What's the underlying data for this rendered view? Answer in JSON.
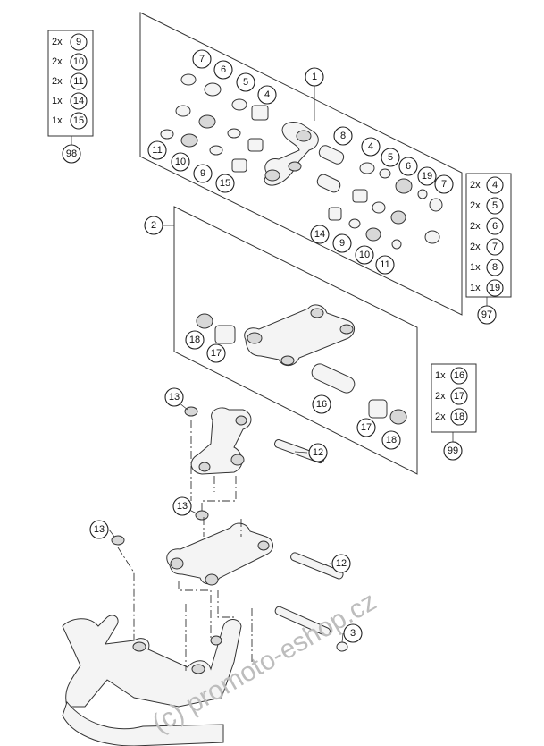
{
  "callouts": {
    "c1": "1",
    "c2": "2",
    "c3": "3",
    "c4a": "4",
    "c4b": "4",
    "c5a": "5",
    "c5b": "5",
    "c6a": "6",
    "c6b": "6",
    "c7a": "7",
    "c7b": "7",
    "c8": "8",
    "c9a": "9",
    "c9b": "9",
    "c10a": "10",
    "c10b": "10",
    "c11a": "11",
    "c11b": "11",
    "c12a": "12",
    "c12b": "12",
    "c13a": "13",
    "c13b": "13",
    "c13c": "13",
    "c14": "14",
    "c15": "15",
    "c16": "16",
    "c17a": "17",
    "c17b": "17",
    "c18a": "18",
    "c18b": "18",
    "c19": "19"
  },
  "kits": [
    {
      "kit": "98",
      "items": [
        {
          "qty": "2x",
          "part": "9"
        },
        {
          "qty": "2x",
          "part": "10"
        },
        {
          "qty": "2x",
          "part": "11"
        },
        {
          "qty": "1x",
          "part": "14"
        },
        {
          "qty": "1x",
          "part": "15"
        }
      ]
    },
    {
      "kit": "97",
      "items": [
        {
          "qty": "2x",
          "part": "4"
        },
        {
          "qty": "2x",
          "part": "5"
        },
        {
          "qty": "2x",
          "part": "6"
        },
        {
          "qty": "2x",
          "part": "7"
        },
        {
          "qty": "1x",
          "part": "8"
        },
        {
          "qty": "1x",
          "part": "19"
        }
      ]
    },
    {
      "kit": "99",
      "items": [
        {
          "qty": "1x",
          "part": "16"
        },
        {
          "qty": "2x",
          "part": "17"
        },
        {
          "qty": "2x",
          "part": "18"
        }
      ]
    }
  ],
  "watermark": "(c) promoto-eshop.cz"
}
